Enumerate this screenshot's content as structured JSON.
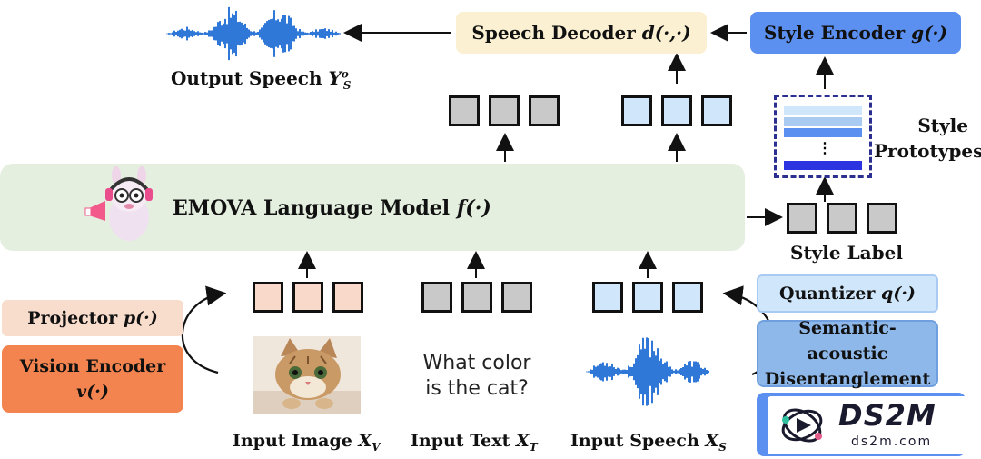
{
  "output_speech": "Output Speech",
  "output_speech_math": "Y",
  "output_speech_sup": "o",
  "output_speech_sub": "S",
  "speech_decoder": "Speech Decoder",
  "speech_decoder_math": "d(·,·)",
  "style_encoder": "Style Encoder",
  "style_encoder_math": "g(·)",
  "style_prototypes_line1": "Style",
  "style_prototypes_line2": "Prototypes",
  "prototype_dots": "⋮",
  "language_model": "EMOVA Language Model",
  "language_model_math": "f(·)",
  "style_label": "Style Label",
  "projector": "Projector",
  "projector_math": "p(·)",
  "vision_encoder": "Vision Encoder",
  "vision_encoder_math": "v(·)",
  "quantizer": "Quantizer",
  "quantizer_math": "q(·)",
  "disentangle_line1": "Semantic-acoustic",
  "disentangle_line2": "Disentanglement",
  "input_question_line1": "What color",
  "input_question_line2": "is the cat?",
  "input_image": "Input Image",
  "input_image_math": "X",
  "input_image_sub": "V",
  "input_text": "Input Text",
  "input_text_math": "X",
  "input_text_sub": "T",
  "input_speech": "Input Speech",
  "input_speech_math": "X",
  "input_speech_sub": "S",
  "watermark_main": "DS2M",
  "watermark_sub": "ds2m.com",
  "colors": {
    "lm_bg": "#e5efe0",
    "decoder_bg": "#fbf0d2",
    "encoder_bg": "#5b8ff0",
    "quantizer_bg": "#cfe6fb",
    "projector_bg": "#f8ddcd",
    "vision_bg": "#f4844f",
    "disentangle_bg": "#8fb8ea",
    "wave": "#2f78d8",
    "prototype_border": "#2b2f8f"
  }
}
